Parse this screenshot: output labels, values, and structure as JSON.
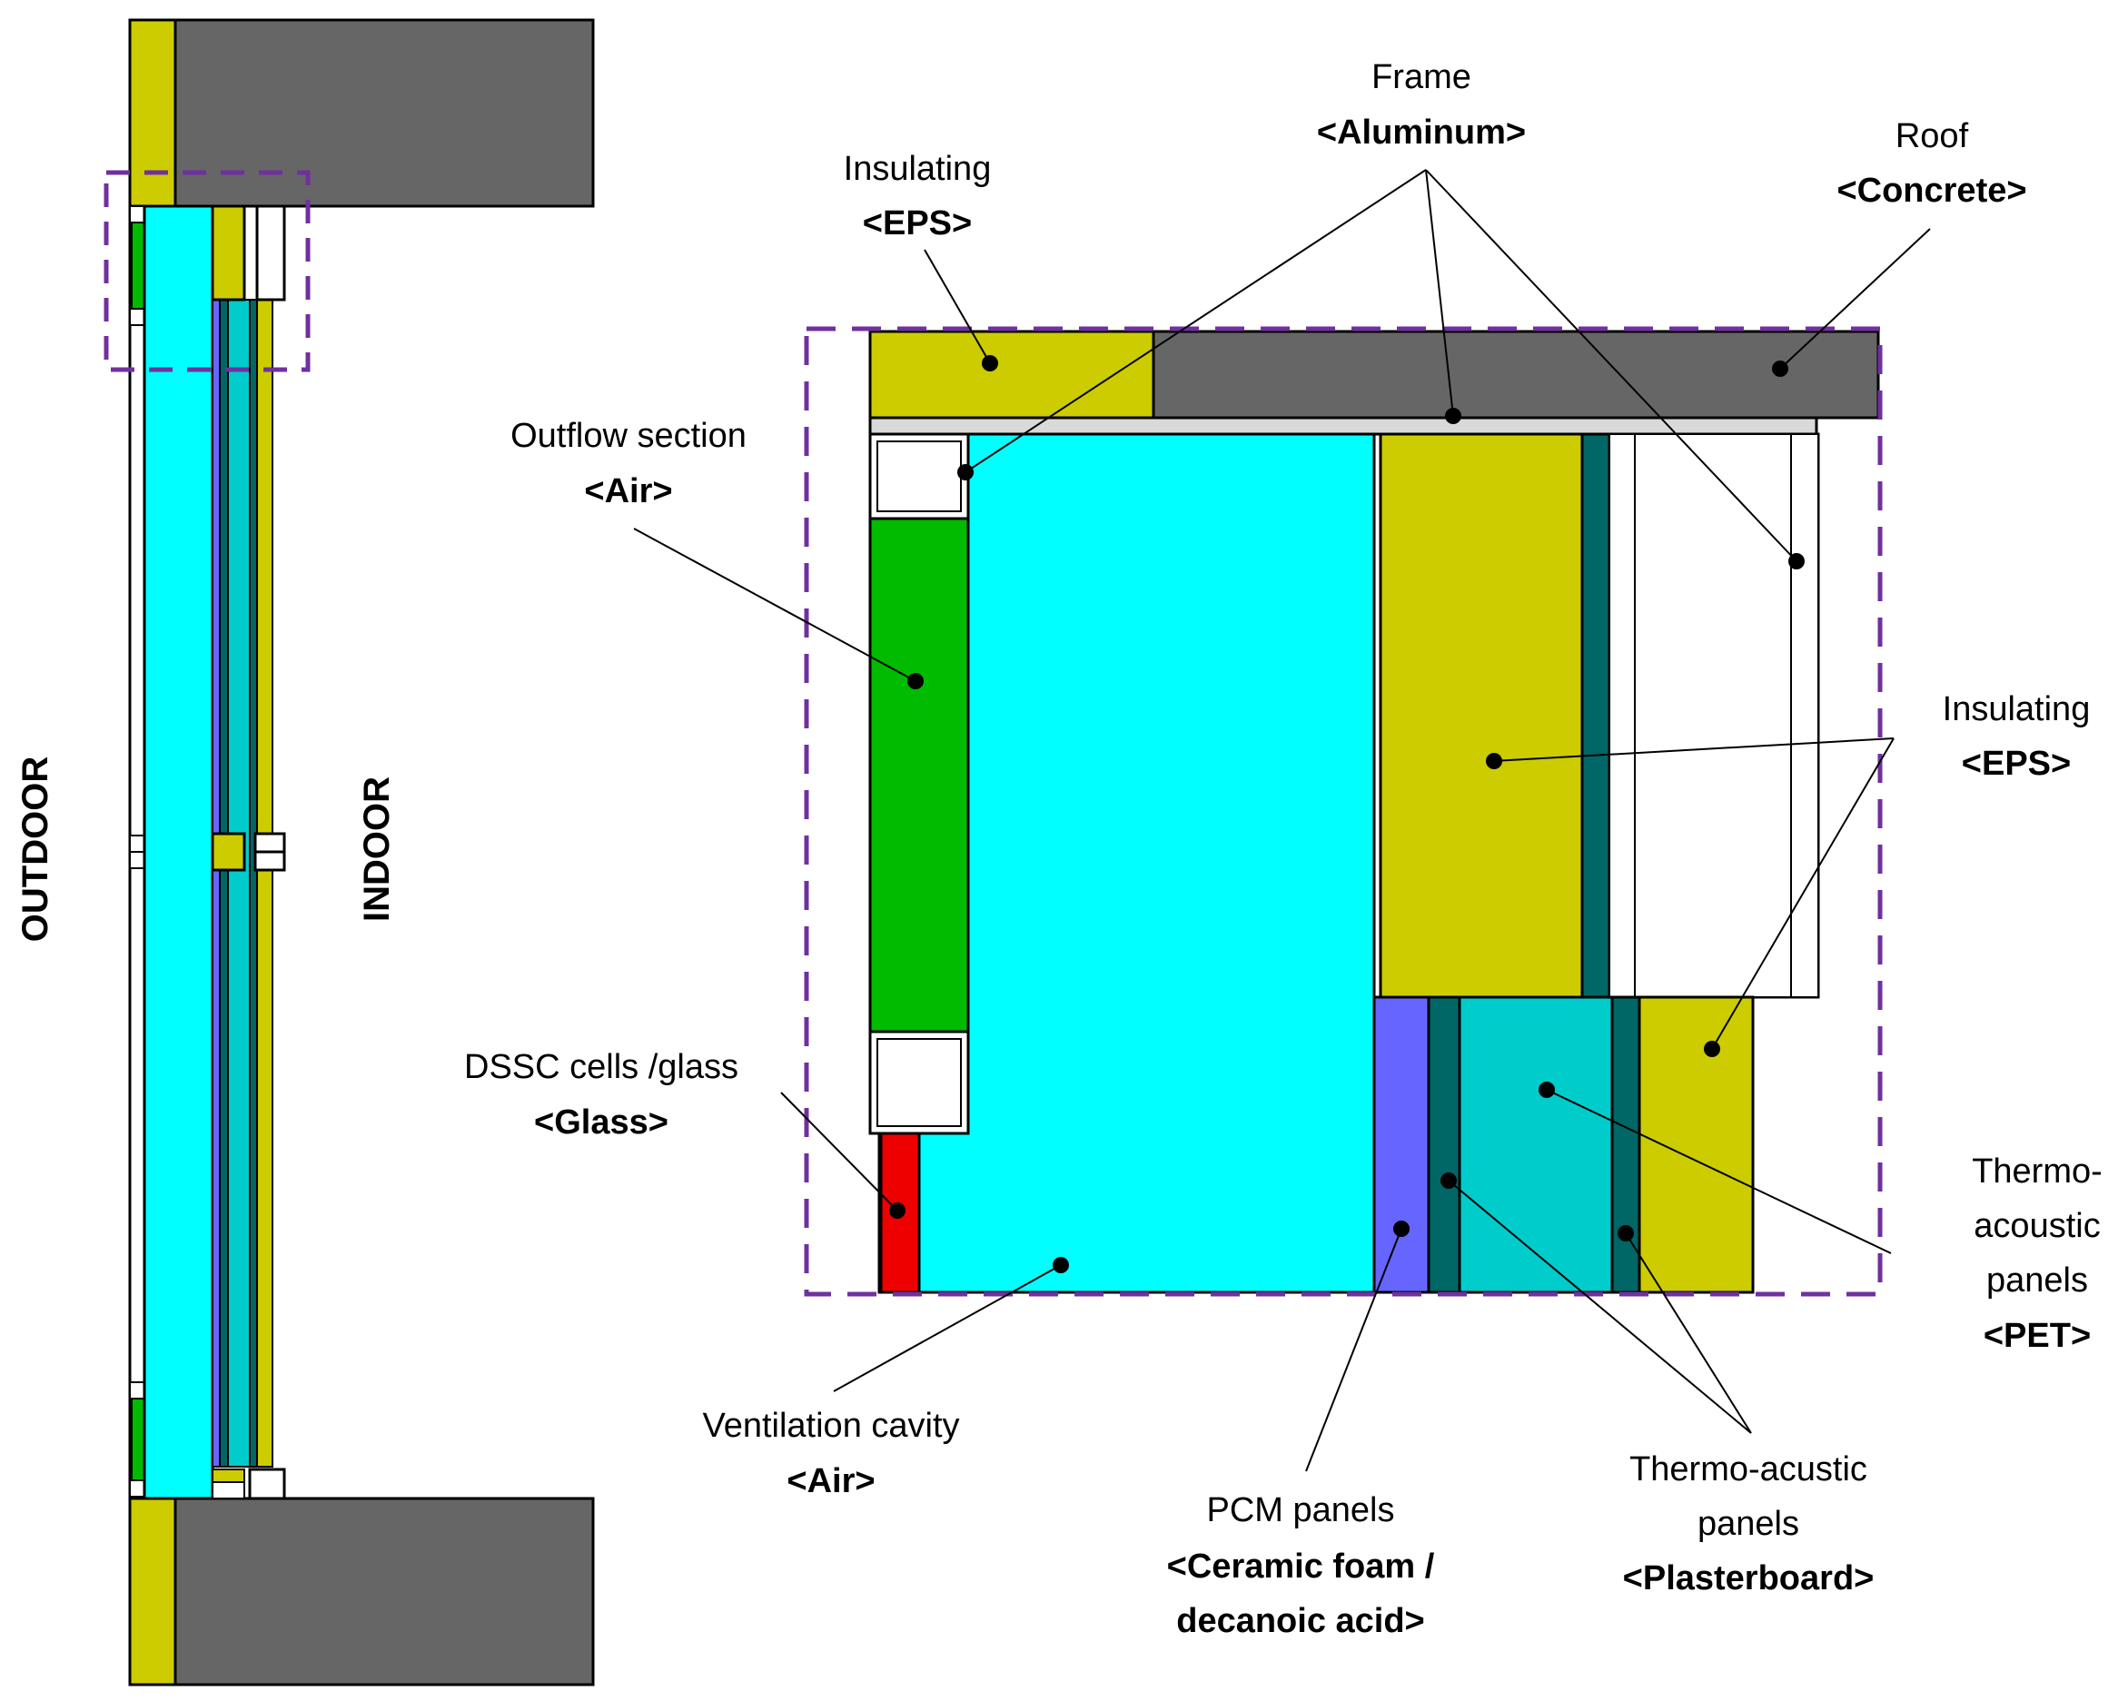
{
  "colors": {
    "eps": "#cccc00",
    "concrete": "#666666",
    "air": "#00ffff",
    "pet": "#00cccc",
    "plasterboard": "#006666",
    "dssc": "#00bb00",
    "glass_red": "#ee0000",
    "pcm": "#6666ff",
    "aluminum": "#d9d9d9",
    "dashed_box": "#7030a0"
  },
  "side_labels": {
    "outdoor": "OUTDOOR",
    "indoor": "INDOOR"
  },
  "labels": {
    "frame": {
      "name": "Frame",
      "material": "<Aluminum>"
    },
    "roof": {
      "name": "Roof",
      "material": "<Concrete>"
    },
    "insulating_top": {
      "name": "Insulating",
      "material": "<EPS>"
    },
    "insulating_right": {
      "name": "Insulating",
      "material": "<EPS>"
    },
    "outflow": {
      "name": "Outflow section",
      "material": "<Air>"
    },
    "dssc": {
      "name": "DSSC cells /glass",
      "material": "<Glass>"
    },
    "ventilation": {
      "name": "Ventilation cavity",
      "material": "<Air>"
    },
    "pcm": {
      "name": "PCM panels",
      "material_line1": "<Ceramic foam /",
      "material_line2": "decanoic acid>"
    },
    "plasterboard": {
      "name_line1": "Thermo-acustic",
      "name_line2": "panels",
      "material": "<Plasterboard>"
    },
    "pet": {
      "name_line1": "Thermo-",
      "name_line2": "acoustic",
      "name_line3": "panels",
      "material": "<PET>"
    }
  }
}
